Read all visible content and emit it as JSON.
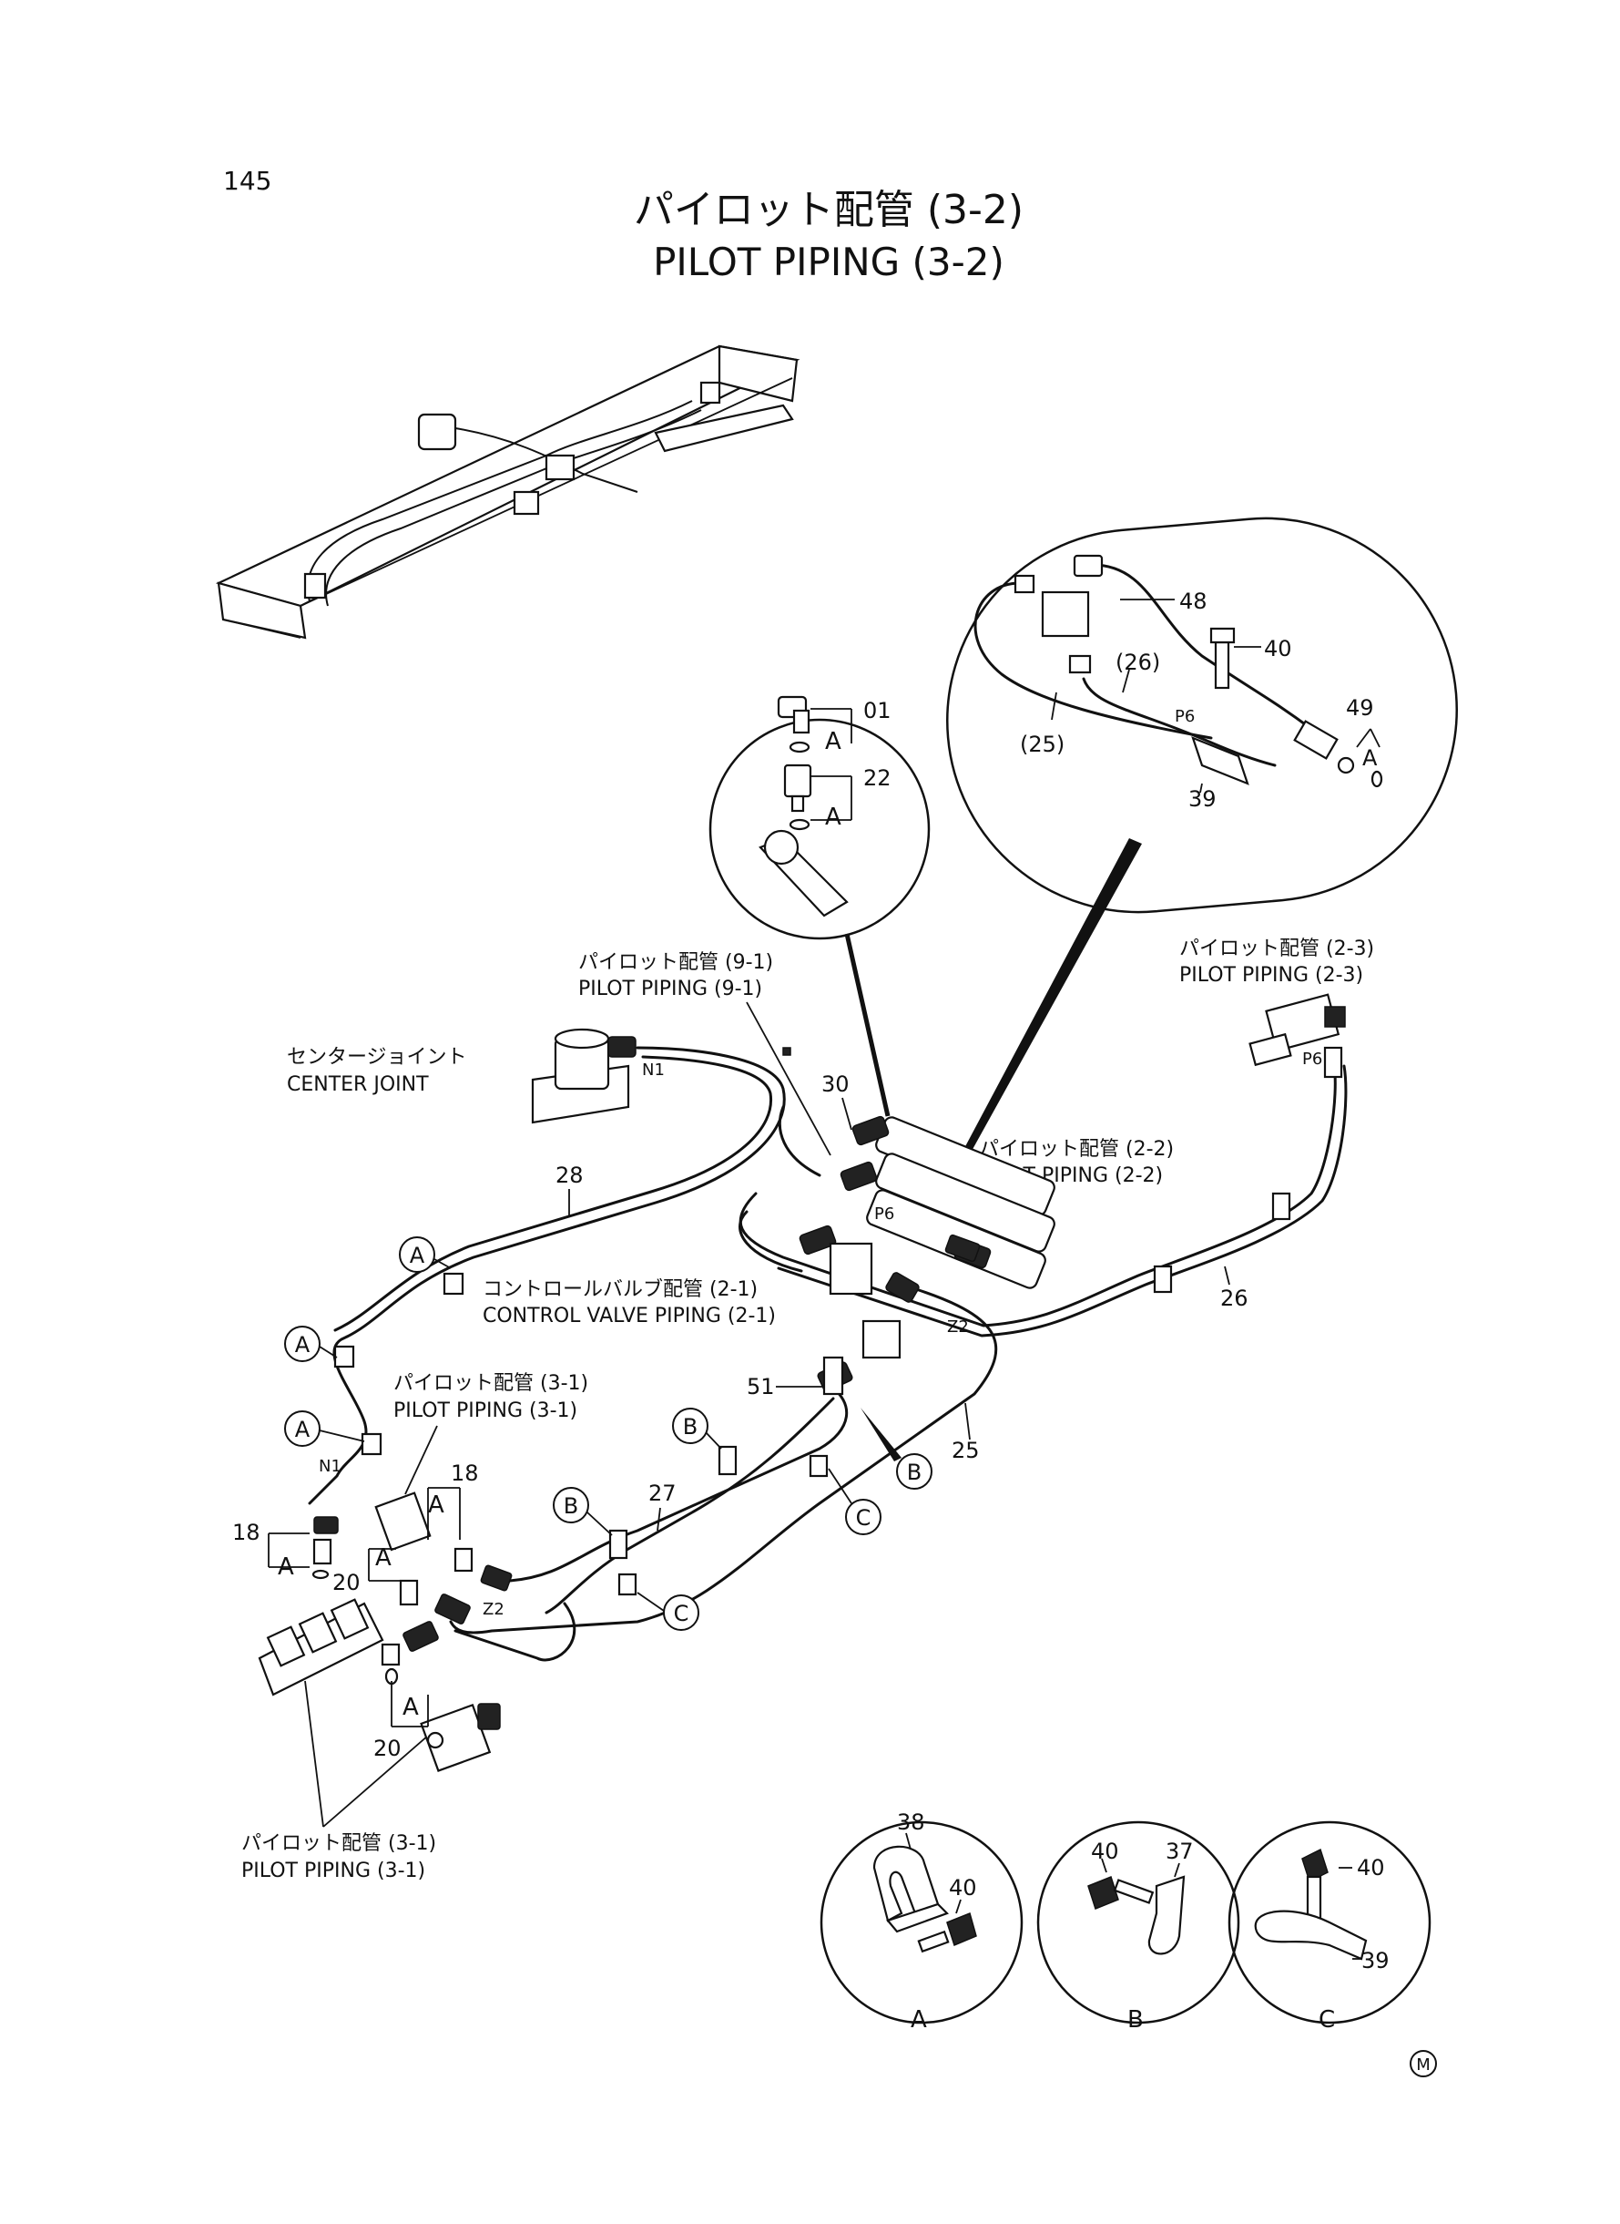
{
  "page_number": "145",
  "title_jp": "パイロット配管 (3-2)",
  "title_en": "PILOT PIPING (3-2)",
  "references": {
    "pilot_9_1_jp": "パイロット配管 (9-1)",
    "pilot_9_1_en": "PILOT PIPING (9-1)",
    "pilot_2_3_jp": "パイロット配管 (2-3)",
    "pilot_2_3_en": "PILOT PIPING (2-3)",
    "center_joint_jp": "センタージョイント",
    "center_joint_en": "CENTER JOINT",
    "pilot_2_2_jp": "パイロット配管 (2-2)",
    "pilot_2_2_en": "PILOT PIPING (2-2)",
    "control_valve_jp": "コントロールバルブ配管 (2-1)",
    "control_valve_en": "CONTROL VALVE PIPING (2-1)",
    "pilot_3_1_upper_jp": "パイロット配管 (3-1)",
    "pilot_3_1_upper_en": "PILOT PIPING (3-1)",
    "pilot_3_1_lower_jp": "パイロット配管 (3-1)",
    "pilot_3_1_lower_en": "PILOT PIPING (3-1)"
  },
  "part_numbers": {
    "p01": "01",
    "p22": "22",
    "p48": "48",
    "p40a": "40",
    "p26a": "(26)",
    "p25a": "(25)",
    "p39a": "39",
    "p49": "49",
    "p30": "30",
    "p28": "28",
    "p26": "26",
    "p25": "25",
    "p51": "51",
    "p27": "27",
    "p18a": "18",
    "p18b": "18",
    "p20a": "20",
    "p20b": "20",
    "p38": "38",
    "p40b": "40",
    "p40c": "40",
    "p37": "37",
    "p40d": "40",
    "p39b": "39"
  },
  "port_labels": {
    "n1a": "N1",
    "n1b": "N1",
    "p6a": "P6",
    "p6b": "P6",
    "p6c": "P6",
    "z2a": "Z2",
    "z2b": "Z2"
  },
  "marker_letters": {
    "a": "A",
    "b": "B",
    "c": "C"
  },
  "detail_labels": {
    "a": "A",
    "b": "B",
    "c": "C"
  },
  "mark": "M"
}
